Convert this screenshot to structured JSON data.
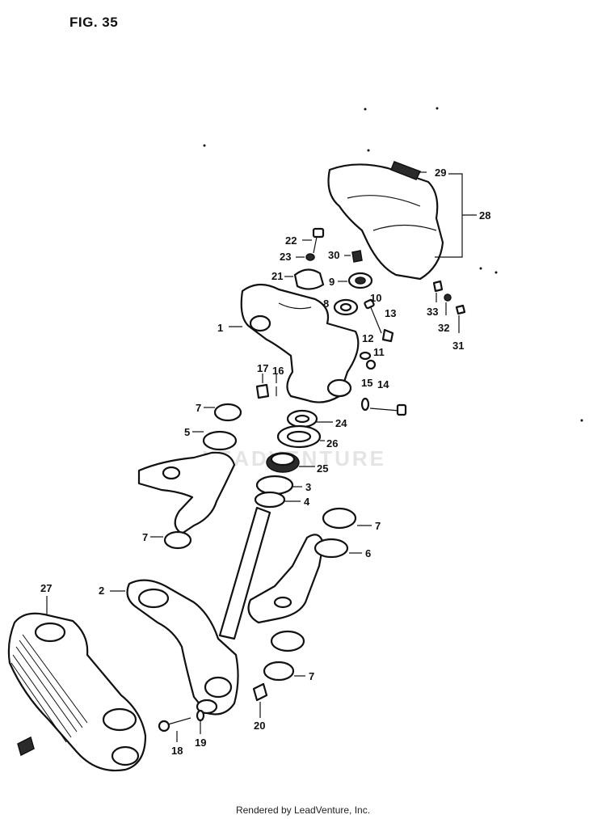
{
  "figure": {
    "title": "FIG. 35"
  },
  "watermark": "LEADVENTURE",
  "footer": "Rendered by LeadVenture, Inc.",
  "callouts": [
    {
      "id": "1",
      "text": "1"
    },
    {
      "id": "2",
      "text": "2"
    },
    {
      "id": "3",
      "text": "3"
    },
    {
      "id": "4",
      "text": "4"
    },
    {
      "id": "5",
      "text": "5"
    },
    {
      "id": "6",
      "text": "6"
    },
    {
      "id": "7a",
      "text": "7"
    },
    {
      "id": "7b",
      "text": "7"
    },
    {
      "id": "7c",
      "text": "7"
    },
    {
      "id": "7d",
      "text": "7"
    },
    {
      "id": "7e",
      "text": "7"
    },
    {
      "id": "8",
      "text": "8"
    },
    {
      "id": "9",
      "text": "9"
    },
    {
      "id": "10",
      "text": "10"
    },
    {
      "id": "11",
      "text": "11"
    },
    {
      "id": "12",
      "text": "12"
    },
    {
      "id": "13",
      "text": "13"
    },
    {
      "id": "14",
      "text": "14"
    },
    {
      "id": "15",
      "text": "15"
    },
    {
      "id": "16",
      "text": "16"
    },
    {
      "id": "17",
      "text": "17"
    },
    {
      "id": "18",
      "text": "18"
    },
    {
      "id": "19",
      "text": "19"
    },
    {
      "id": "20",
      "text": "20"
    },
    {
      "id": "21",
      "text": "21"
    },
    {
      "id": "22",
      "text": "22"
    },
    {
      "id": "23",
      "text": "23"
    },
    {
      "id": "24",
      "text": "24"
    },
    {
      "id": "25",
      "text": "25"
    },
    {
      "id": "26",
      "text": "26"
    },
    {
      "id": "27",
      "text": "27"
    },
    {
      "id": "28",
      "text": "28"
    },
    {
      "id": "29",
      "text": "29"
    },
    {
      "id": "30",
      "text": "30"
    },
    {
      "id": "31",
      "text": "31"
    },
    {
      "id": "32",
      "text": "32"
    },
    {
      "id": "33",
      "text": "33"
    }
  ]
}
